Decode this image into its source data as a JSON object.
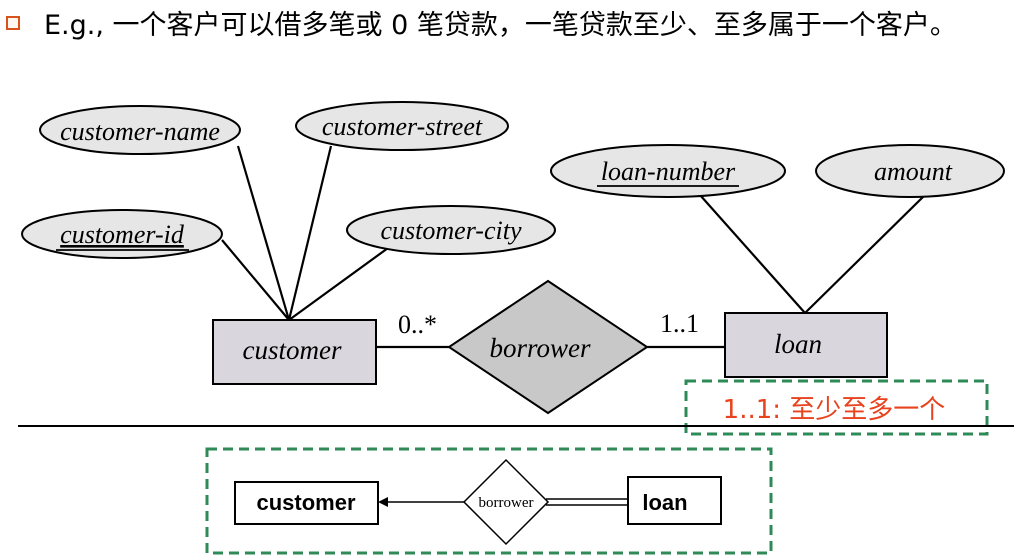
{
  "bullet": {
    "text": "E.g., 一个客户可以借多笔或 0 笔贷款，一笔贷款至少、至多属于一个客户。"
  },
  "er_top": {
    "attributes": {
      "customer_name": "customer-name",
      "customer_street": "customer-street",
      "customer_id": "customer-id",
      "customer_city": "customer-city",
      "loan_number": "loan-number",
      "amount": "amount"
    },
    "entities": {
      "customer": "customer",
      "loan": "loan"
    },
    "relationship": "borrower",
    "cardinality_customer_side": "0..*",
    "cardinality_loan_side": "1..1"
  },
  "note": {
    "text": "1..1: 至少至多一个"
  },
  "er_bottom": {
    "customer": "customer",
    "relationship": "borrower",
    "loan": "loan"
  },
  "colors": {
    "attribute_fill": "#e6e6e6",
    "entity_fill": "#d9d7dd",
    "relationship_fill": "#c8c8c8",
    "dashed_border": "#2e8b57",
    "note_text": "#e8431e",
    "bullet_icon": "#d6541c"
  }
}
